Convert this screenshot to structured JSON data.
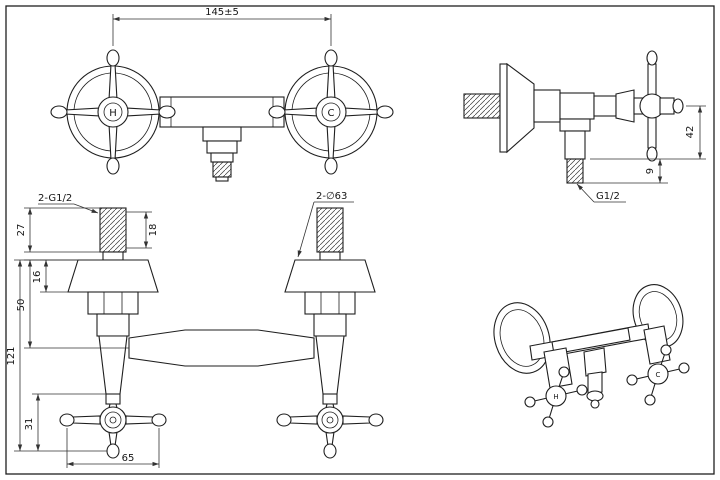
{
  "sheet": {
    "background": "#ffffff",
    "line_color": "#1f1f1f"
  },
  "labels": {
    "hot": "H",
    "cold": "C"
  },
  "dims": {
    "center_distance": "145±5",
    "side_height": "42",
    "side_outlet_len": "9",
    "outlet_thread": "G1/2",
    "inlet_threads": "2-G1/2",
    "flange_diameter": "2-∅63",
    "thread_len": "18",
    "inlet_len": "27",
    "flange_h": "16",
    "body_h": "50",
    "total_h": "121",
    "handle_h": "31",
    "handle_w": "65"
  }
}
